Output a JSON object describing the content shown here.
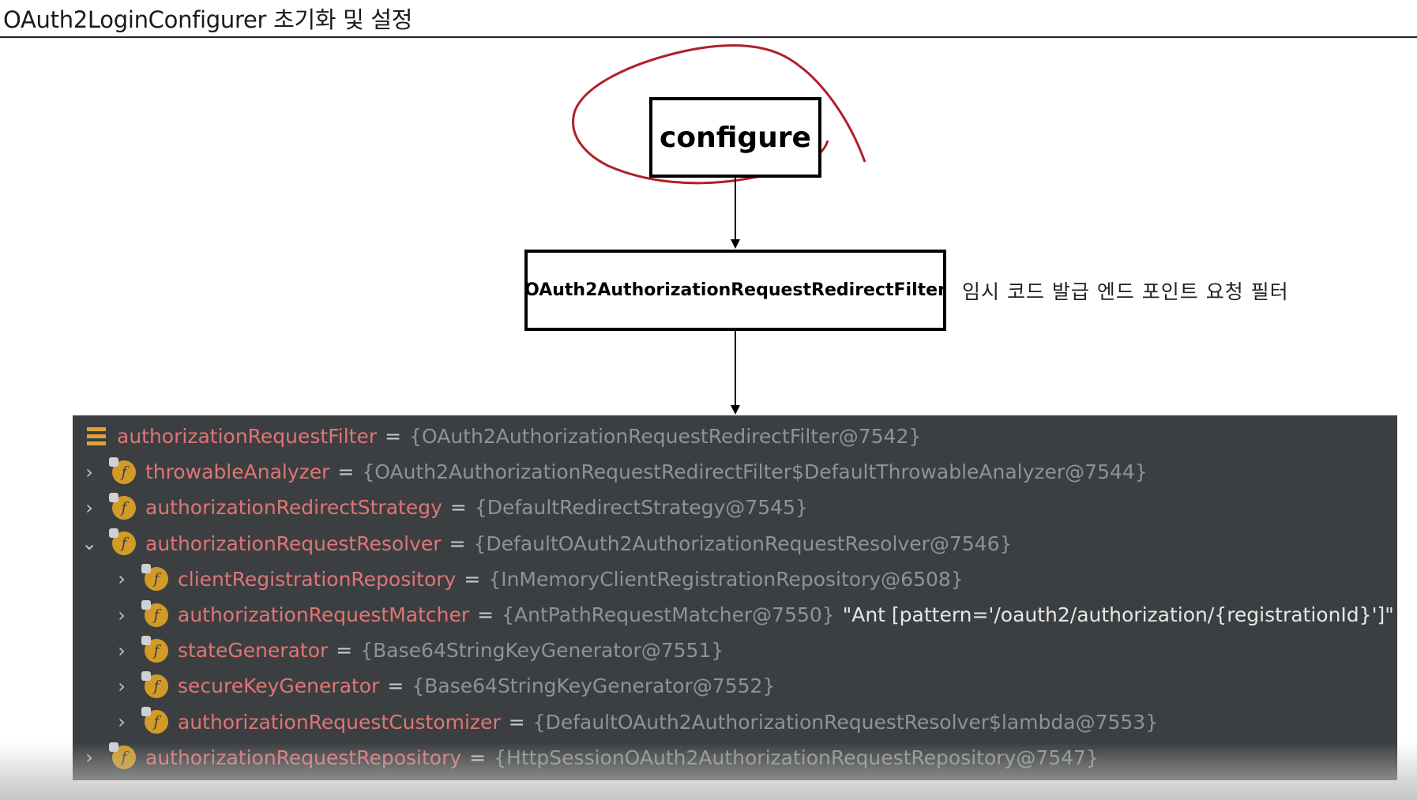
{
  "slide": {
    "title": "OAuth2LoginConfigurer 초기화 및 설정",
    "configure_label": "configure",
    "filter_label": "OAuth2AuthorizationRequestRedirectFilter",
    "filter_note": "임시 코드 발급 엔드 포인트 요청 필터"
  },
  "debugger": {
    "rows": [
      {
        "name": "authorizationRequestFilter",
        "value": "{OAuth2AuthorizationRequestRedirectFilter@7542}",
        "string": "",
        "icon": "list-icon",
        "expander": ""
      },
      {
        "name": "throwableAnalyzer",
        "value": "{OAuth2AuthorizationRequestRedirectFilter$DefaultThrowableAnalyzer@7544}",
        "string": "",
        "icon": "field-icon",
        "expander": "›"
      },
      {
        "name": "authorizationRedirectStrategy",
        "value": "{DefaultRedirectStrategy@7545}",
        "string": "",
        "icon": "field-icon",
        "expander": "›"
      },
      {
        "name": "authorizationRequestResolver",
        "value": "{DefaultOAuth2AuthorizationRequestResolver@7546}",
        "string": "",
        "icon": "field-icon",
        "expander": "⌄"
      },
      {
        "name": "clientRegistrationRepository",
        "value": "{InMemoryClientRegistrationRepository@6508}",
        "string": "",
        "icon": "field-icon",
        "expander": "›"
      },
      {
        "name": "authorizationRequestMatcher",
        "value": "{AntPathRequestMatcher@7550}",
        "string": "\"Ant [pattern='/oauth2/authorization/{registrationId}']\"",
        "icon": "field-icon",
        "expander": "›"
      },
      {
        "name": "stateGenerator",
        "value": "{Base64StringKeyGenerator@7551}",
        "string": "",
        "icon": "field-icon",
        "expander": "›"
      },
      {
        "name": "secureKeyGenerator",
        "value": "{Base64StringKeyGenerator@7552}",
        "string": "",
        "icon": "field-icon",
        "expander": "›"
      },
      {
        "name": "authorizationRequestCustomizer",
        "value": "{DefaultOAuth2AuthorizationRequestResolver$lambda@7553}",
        "string": "",
        "icon": "field-icon",
        "expander": "›"
      },
      {
        "name": "authorizationRequestRepository",
        "value": "{HttpSessionOAuth2AuthorizationRequestRepository@7547}",
        "string": "",
        "icon": "field-icon",
        "expander": "›"
      }
    ],
    "field_icon_glyph": "f",
    "eq_sign": "="
  },
  "colors": {
    "panel_bg": "#3c3f41",
    "field_name": "#e07575",
    "field_value": "#8f9395",
    "icon": "#d29b28",
    "annotation_ink": "#b0202a"
  }
}
